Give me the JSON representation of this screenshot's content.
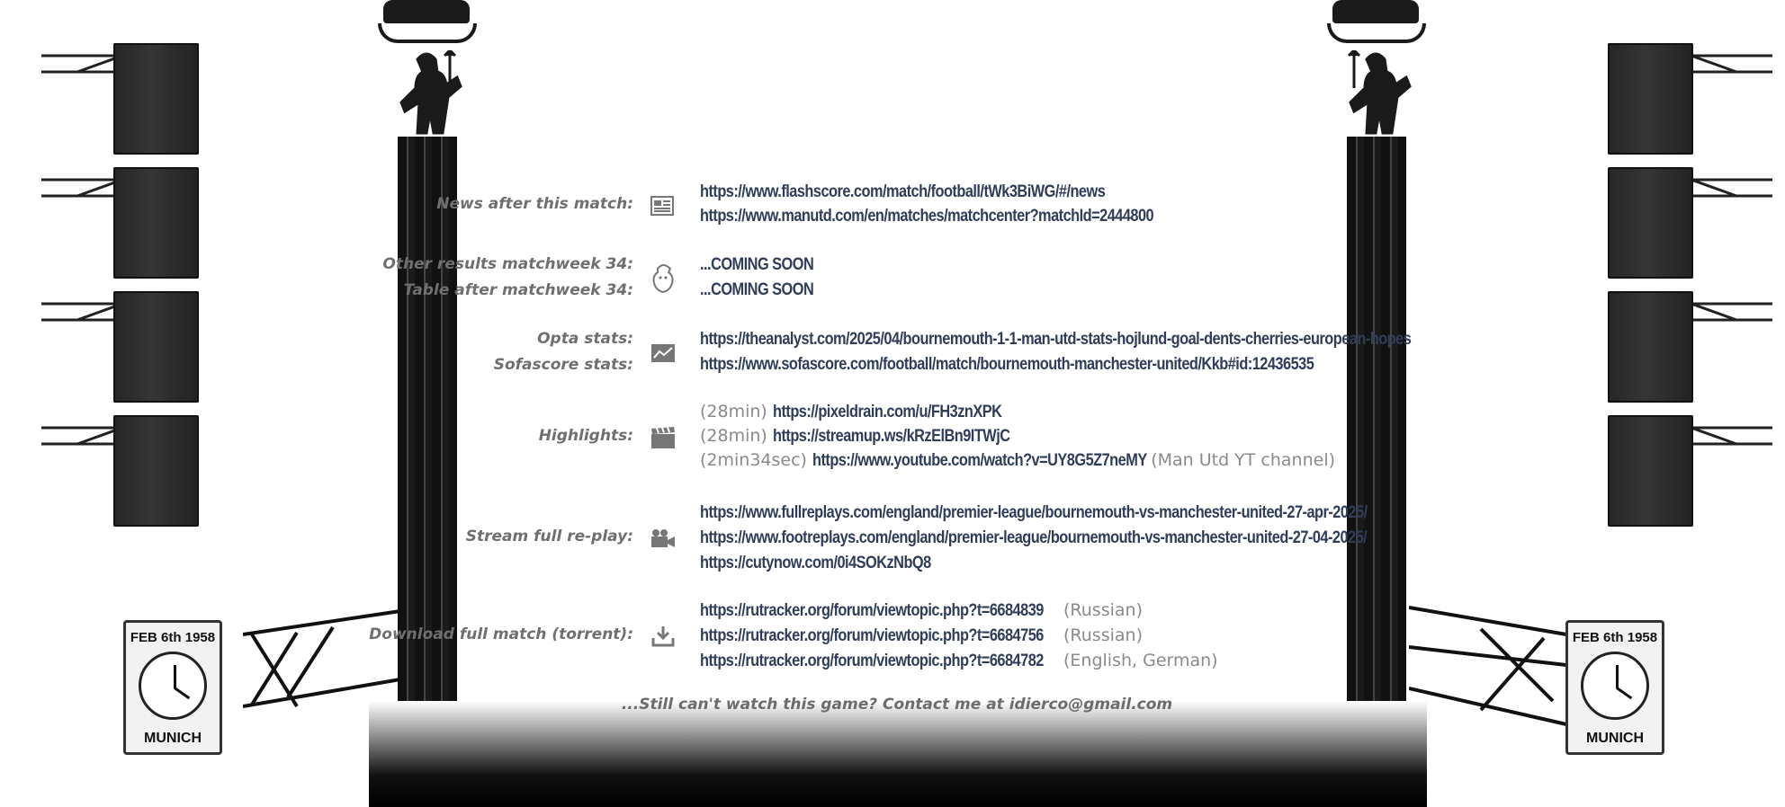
{
  "sections": {
    "news": {
      "label": "News after this match:",
      "icon": "newspaper-icon",
      "links": [
        "https://www.flashscore.com/match/football/tWk3BiWG/#/news",
        "https://www.manutd.com/en/matches/matchcenter?matchId=2444800"
      ]
    },
    "results": {
      "label_results": "Other results matchweek 34:",
      "label_table": "Table after matchweek 34:",
      "icon": "premier-league-lion-icon",
      "value_results": "...COMING SOON",
      "value_table": "...COMING SOON"
    },
    "stats": {
      "label_opta": "Opta stats:",
      "label_sofascore": "Sofascore stats:",
      "icon": "chart-icon",
      "opta_link": "https://theanalyst.com/2025/04/bournemouth-1-1-man-utd-stats-hojlund-goal-dents-cherries-european-hopes",
      "sofascore_link": "https://www.sofascore.com/football/match/bournemouth-manchester-united/Kkb#id:12436535"
    },
    "highlights": {
      "label": "Highlights:",
      "icon": "clapperboard-icon",
      "items": [
        {
          "note": "(28min)",
          "link": "https://pixeldrain.com/u/FH3znXPK",
          "after": ""
        },
        {
          "note": "(28min)",
          "link": "https://streamup.ws/kRzElBn9ITWjC",
          "after": ""
        },
        {
          "note": "(2min34sec)",
          "link": "https://www.youtube.com/watch?v=UY8G5Z7neMY",
          "after": "(Man Utd YT channel)"
        }
      ]
    },
    "replay": {
      "label": "Stream full re-play:",
      "icon": "video-camera-icon",
      "links": [
        "https://www.fullreplays.com/england/premier-league/bournemouth-vs-manchester-united-27-apr-2025/",
        "https://www.footreplays.com/england/premier-league/bournemouth-vs-manchester-united-27-04-2025/",
        "https://cutynow.com/0i4SOKzNbQ8"
      ]
    },
    "download": {
      "label": "Download full match (torrent):",
      "icon": "download-icon",
      "items": [
        {
          "link": "https://rutracker.org/forum/viewtopic.php?t=6684839",
          "after": "(Russian)"
        },
        {
          "link": "https://rutracker.org/forum/viewtopic.php?t=6684756",
          "after": "(Russian)"
        },
        {
          "link": "https://rutracker.org/forum/viewtopic.php?t=6684782",
          "after": "(English, German)"
        }
      ]
    }
  },
  "contact": "...Still can't watch this game? Contact me at idierco@gmail.com",
  "clock": {
    "top": "FEB 6th 1958",
    "bottom": "MUNICH"
  },
  "colors": {
    "link": "#2f3d58",
    "label": "#6f6f6f",
    "note": "#8a8a8a"
  }
}
